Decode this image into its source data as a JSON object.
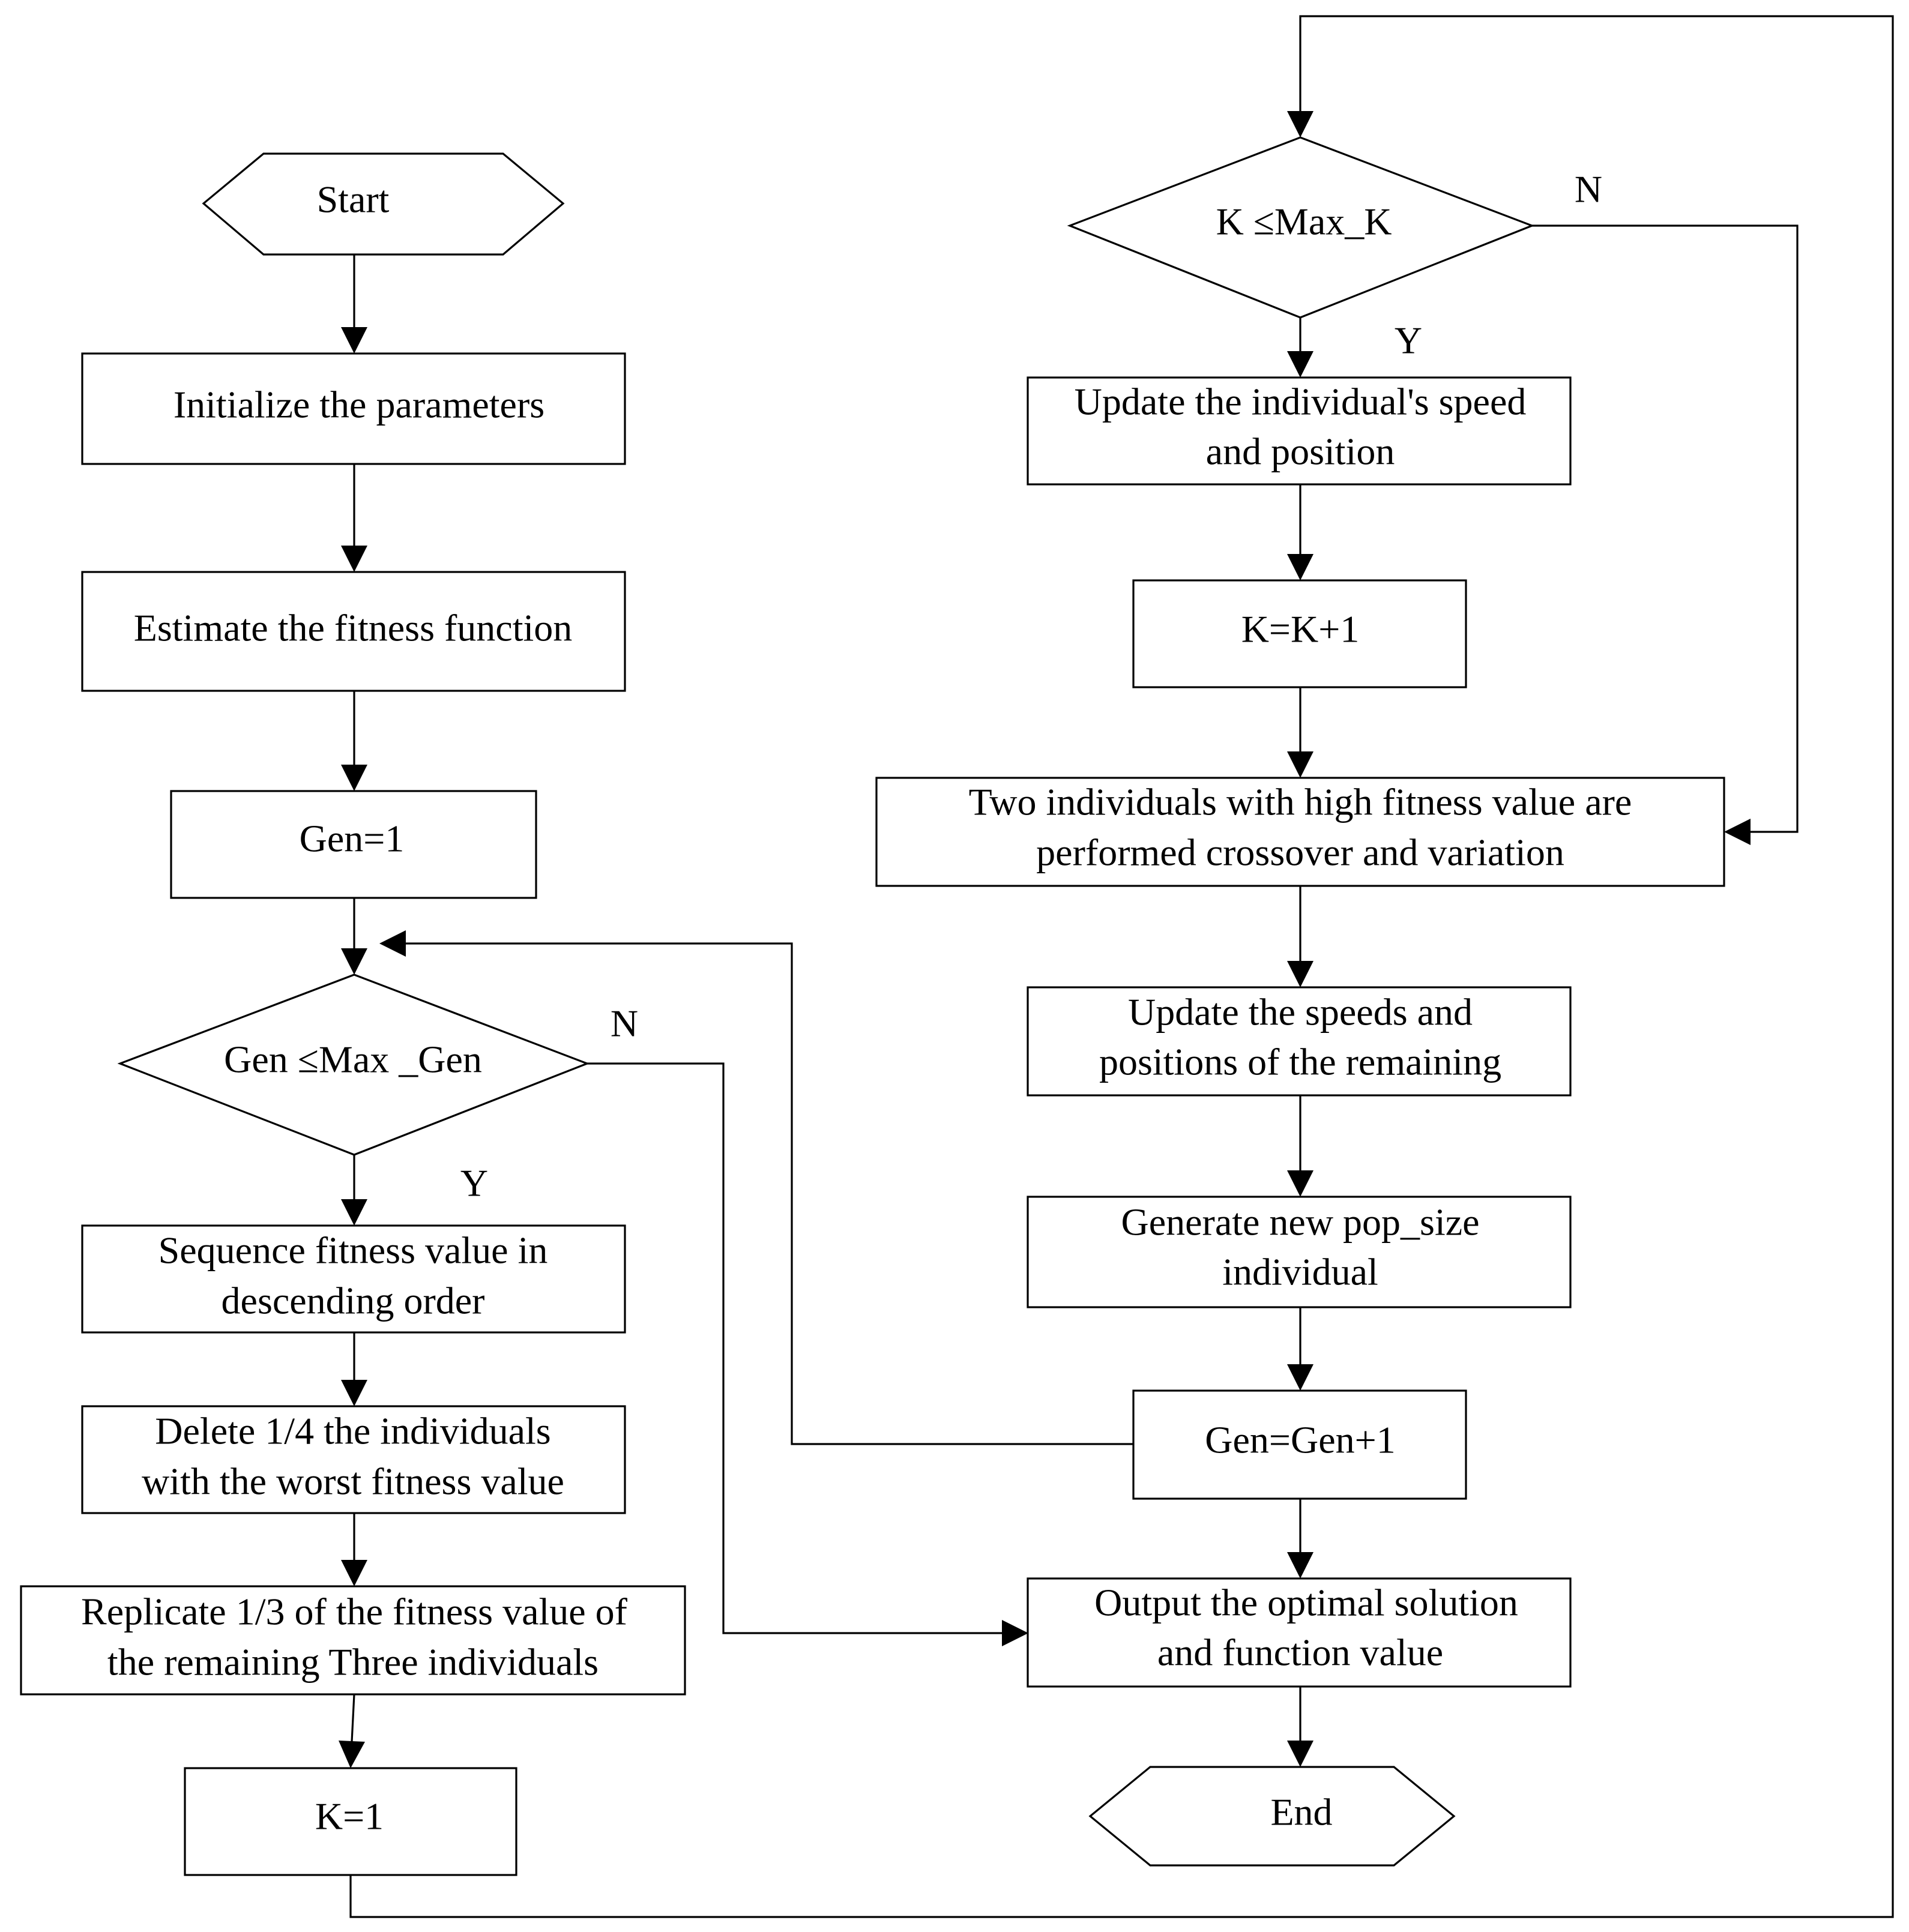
{
  "nodes": {
    "start": "Start",
    "init": "Initialize the parameters",
    "estimate": "Estimate the fitness function",
    "gen1": "Gen=1",
    "gen_check": "Gen ≤Max _Gen",
    "sequence": [
      "Sequence  fitness value in",
      "descending order"
    ],
    "delete": [
      "Delete 1/4 the individuals",
      "with the worst fitness value"
    ],
    "replicate": [
      "Replicate 1/3 of the fitness value of",
      "the remaining Three individuals"
    ],
    "k1": "K=1",
    "k_check": "K  ≤Max_K",
    "update_ind": [
      "Update the individual's speed",
      "and position"
    ],
    "kinc": "K=K+1",
    "two_ind": [
      "Two individuals with high fitness value are",
      "performed crossover and variation"
    ],
    "update_rem": [
      "Update the speeds and",
      "positions of the remaining"
    ],
    "generate": [
      "Generate new pop_size",
      "individual"
    ],
    "geninc": "Gen=Gen+1",
    "output": [
      "Output the optimal solution",
      "and function value"
    ],
    "end": "End"
  },
  "branch_labels": {
    "gen_no": "N",
    "gen_yes": "Y",
    "k_no": "N",
    "k_yes": "Y"
  },
  "colors": {
    "stroke": "#000000",
    "fill": "#ffffff",
    "text": "#000000"
  }
}
